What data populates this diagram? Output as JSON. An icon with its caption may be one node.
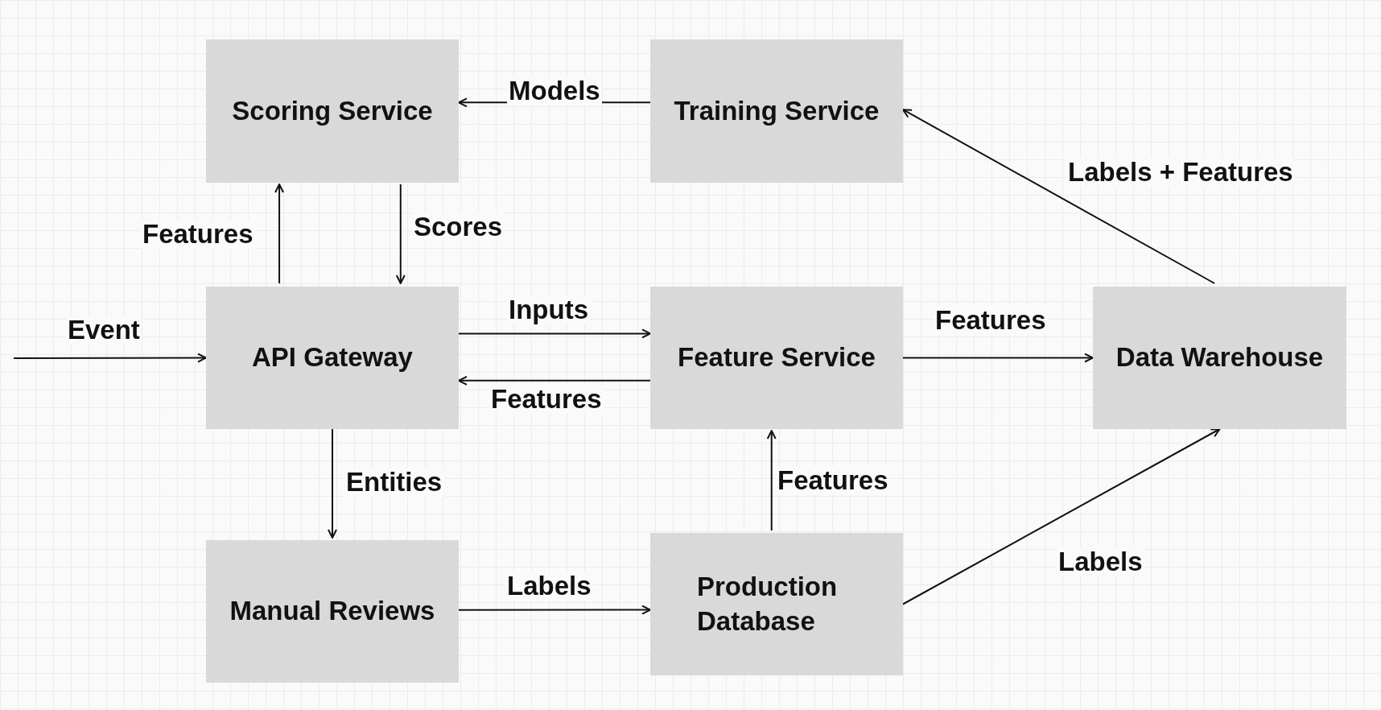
{
  "diagram": {
    "nodes": [
      {
        "text": [
          "Scoring Service"
        ]
      },
      {
        "text": [
          "Training Service"
        ]
      },
      {
        "text": [
          "API Gateway"
        ]
      },
      {
        "text": [
          "Feature Service"
        ]
      },
      {
        "text": [
          "Data Warehouse"
        ]
      },
      {
        "text": [
          "Manual Reviews"
        ]
      },
      {
        "text": [
          "Production Database"
        ]
      }
    ],
    "edges": [
      {
        "from": null,
        "to": 2,
        "arrow": "to",
        "label": "Event"
      },
      {
        "from": 1,
        "to": 0,
        "arrow": "to",
        "label": "Models"
      },
      {
        "from": 2,
        "to": 0,
        "arrow": "to",
        "label": "Features"
      },
      {
        "from": 0,
        "to": 2,
        "arrow": "to",
        "label": "Scores"
      },
      {
        "from": 2,
        "to": 3,
        "arrow": "to",
        "label": "Inputs"
      },
      {
        "from": 3,
        "to": 2,
        "arrow": "to",
        "label": "Features"
      },
      {
        "from": 3,
        "to": 4,
        "arrow": "to",
        "label": "Features"
      },
      {
        "from": 4,
        "to": 1,
        "arrow": "to",
        "label": "Labels + Features"
      },
      {
        "from": 2,
        "to": 5,
        "arrow": "to",
        "label": "Entities"
      },
      {
        "from": 5,
        "to": 6,
        "arrow": "to",
        "label": "Labels"
      },
      {
        "from": 6,
        "to": 3,
        "arrow": "to",
        "label": "Features"
      },
      {
        "from": 6,
        "to": 4,
        "arrow": "to",
        "label": "Labels"
      }
    ]
  }
}
